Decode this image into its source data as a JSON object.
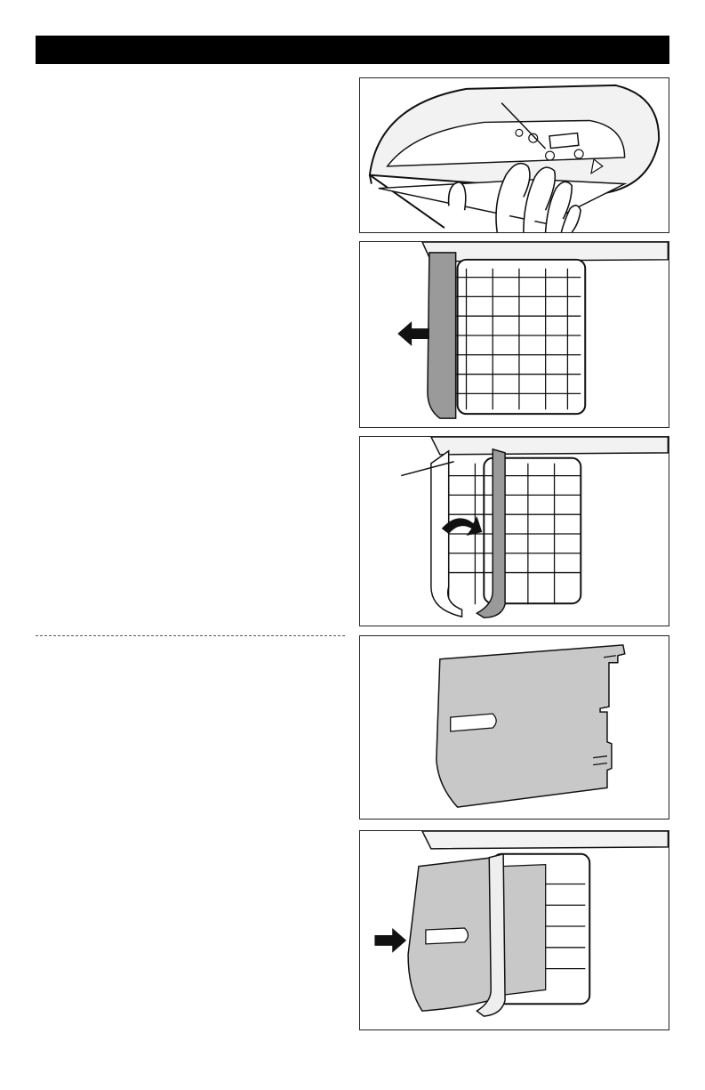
{
  "page": {
    "header_bar_color": "#000000",
    "divider_style": "dashed"
  },
  "figures": [
    {
      "id": "fig1",
      "depicts": "hand-pressing-release-button-under-hood"
    },
    {
      "id": "fig2",
      "depicts": "filter-frame-pulled-out-left-arrow"
    },
    {
      "id": "fig3",
      "depicts": "filter-frame-swing-open-curved-arrow"
    },
    {
      "id": "fig4",
      "depicts": "charcoal-filter-panel"
    },
    {
      "id": "fig5",
      "depicts": "insert-charcoal-filter-right-arrow"
    }
  ]
}
